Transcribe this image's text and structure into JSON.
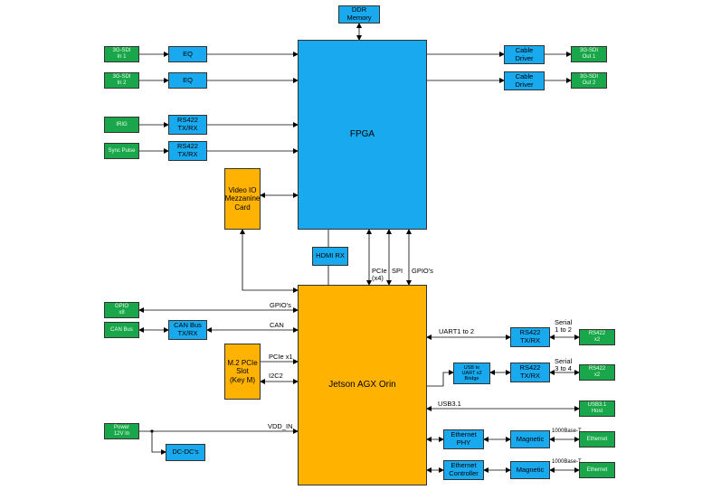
{
  "colors": {
    "green": "#1aa64a",
    "blue": "#18a9ee",
    "orange": "#ffb300",
    "line": "#000000"
  },
  "blocks": {
    "ddr": "DDR\nMemory",
    "sdi_in1": "3G-SDI\nIn 1",
    "sdi_in2": "3G-SDI\nIn 2",
    "irig": "IRIG",
    "sync": "Sync Pulse",
    "eq1": "EQ",
    "eq2": "EQ",
    "rs422_irig": "RS422\nTX/RX",
    "rs422_sync": "RS422\nTX/RX",
    "fpga": "FPGA",
    "cable1": "Cable\nDriver",
    "cable2": "Cable\nDriver",
    "sdi_out1": "3G-SDI\nOut 1",
    "sdi_out2": "3G-SDI\nOut 2",
    "video_io": "Video IO\nMezzanine\nCard",
    "hdmi": "HDMI RX",
    "jetson": "Jetson AGX Orin",
    "gpio_in": "GPIO\nx8",
    "can_bus": "CAN Bus",
    "can_txrx": "CAN Bus\nTX/RX",
    "m2": "M.2 PCIe\nSlot\n(Key M)",
    "power": "Power\n12V In",
    "dcdc": "DC-DC's",
    "rs422_a": "RS422\nTX/RX",
    "rs422_b": "RS422\nTX/RX",
    "uart_bridge": "USB to\nUART x2\nBridge",
    "rs422_out1": "RS422\nx2",
    "rs422_out2": "RS422\nx2",
    "usb_host": "USB3.1\nHost",
    "eth_phy": "Ethernet\nPHY",
    "eth_ctrl": "Ethernet\nController",
    "magnetic1": "Magnetic",
    "magnetic2": "Magnetic",
    "ethernet1": "Ethernet",
    "ethernet2": "Ethernet"
  },
  "labels": {
    "pcie_x4": "PCIe\n(x4)",
    "spi": "SPI",
    "gpios_top": "GPIO's",
    "gpios_left": "GPIO's",
    "can": "CAN",
    "pcie_x1": "PCIe x1",
    "i2c2": "I2C2",
    "vdd_in": "VDD_IN",
    "uart": "UART1 to 2",
    "serial_12": "Serial\n1 to 2",
    "serial_34": "Serial\n3 to 4",
    "usb31": "USB3.1",
    "base_t1": "1000Base-T",
    "base_t2": "1000Base-T"
  }
}
